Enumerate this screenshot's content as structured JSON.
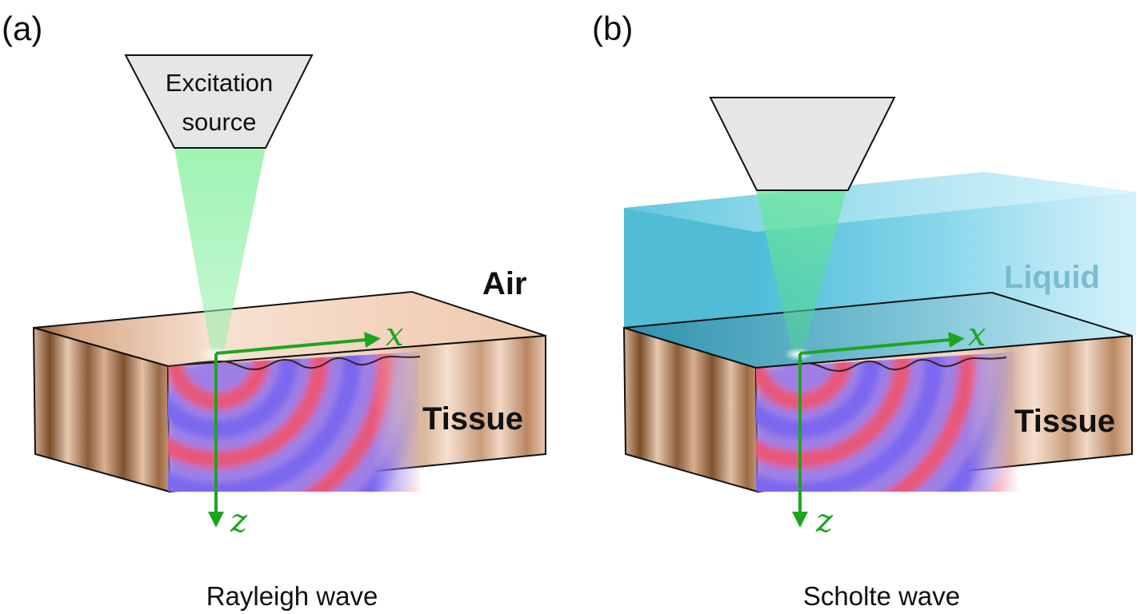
{
  "panels": {
    "a": {
      "label": "(a)",
      "source_line1": "Excitation",
      "source_line2": "source",
      "upper_medium": "Air",
      "lower_medium": "Tissue",
      "x_axis": "x",
      "z_axis": "z",
      "caption": "Rayleigh wave"
    },
    "b": {
      "label": "(b)",
      "upper_medium": "Liquid",
      "lower_medium": "Tissue",
      "x_axis": "x",
      "z_axis": "z",
      "caption": "Scholte wave"
    }
  },
  "colors": {
    "tissue": "#e9c2a6",
    "tissue_dark": "#9a6a45",
    "liquid": "#5fc9e6",
    "beam": "#8ff0a8",
    "axis": "#1ea51e",
    "wave_red": "#e8566a",
    "wave_blue": "#7d6cf0"
  }
}
